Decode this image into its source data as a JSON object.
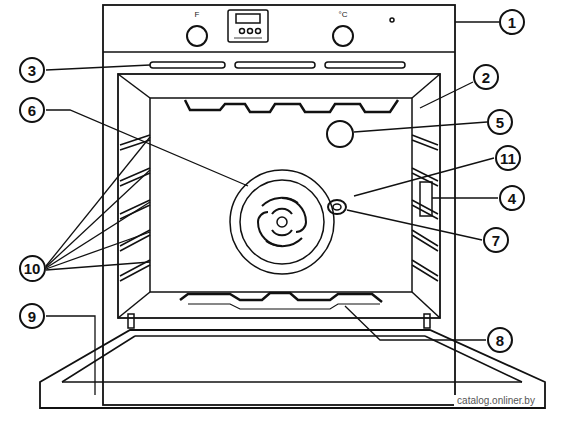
{
  "diagram": {
    "nodes": [
      {
        "text": [
          "1"
        ]
      },
      {
        "text": [
          "3"
        ]
      },
      {
        "text": [
          "2"
        ]
      },
      {
        "text": [
          "6"
        ]
      },
      {
        "text": [
          "5"
        ]
      },
      {
        "text": [
          "11"
        ]
      },
      {
        "text": [
          "4"
        ]
      },
      {
        "text": [
          "7"
        ]
      },
      {
        "text": [
          "10"
        ]
      },
      {
        "text": [
          "9"
        ]
      },
      {
        "text": [
          "8"
        ]
      }
    ],
    "edges": [],
    "labels": [
      "F",
      "°C",
      "catalog.onliner.by"
    ]
  }
}
